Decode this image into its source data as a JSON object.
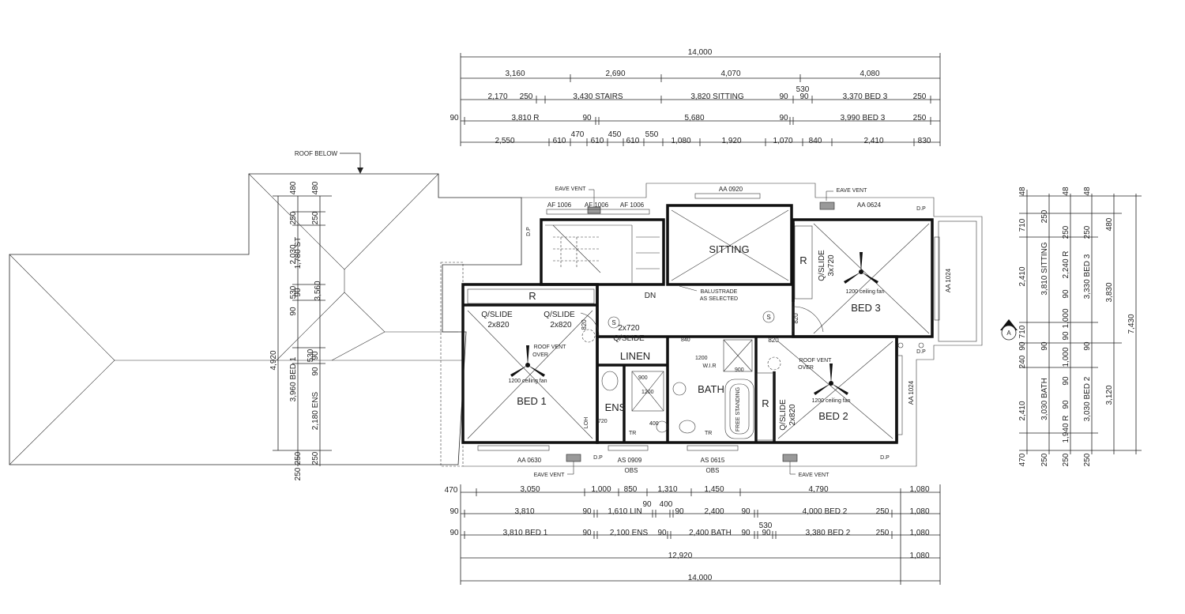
{
  "rooms": {
    "sitting": "SITTING",
    "bed3": "BED 3",
    "bed1": "BED 1",
    "bed2": "BED 2",
    "bath": "BATH",
    "ens": "ENS",
    "linen": "LINEN",
    "dn": "DN",
    "r": "R",
    "wir": "W.I.R"
  },
  "doors": {
    "qslide_bed1_a": "Q/SLIDE",
    "qslide_bed1_a_size": "2x820",
    "qslide_bed1_b": "Q/SLIDE",
    "qslide_bed1_b_size": "2x820",
    "qslide_linen": "Q/SLIDE",
    "qslide_linen_size": "2x720",
    "qslide_bed3": "Q/SLIDE",
    "qslide_bed3_size": "3x720",
    "qslide_bed2": "Q/SLIDE",
    "qslide_bed2_size": "2x820",
    "d820_a": "820",
    "d820_b": "820",
    "d820_c": "820"
  },
  "notes": {
    "roof_below": "ROOF BELOW",
    "eave_vent": "EAVE VENT",
    "roof_vent": "ROOF VENT",
    "over": "OVER",
    "ceiling_fan": "1200 ceiling fan",
    "balustrade": "BALUSTRADE",
    "as_selected": "AS SELECTED",
    "free_standing": "FREE STANDING",
    "obs": "OBS",
    "dp": "D.P",
    "s": "S",
    "tr": "TR",
    "section_a": "A",
    "loh": "LOH"
  },
  "windows": {
    "af1": "AF 1006",
    "af2": "AF 1006",
    "af3": "AF 1006",
    "aa0920": "AA 0920",
    "aa0624": "AA 0624",
    "aa1024_top": "AA 1024",
    "aa1024_bot": "AA 1024",
    "aa0630": "AA 0630",
    "as0909": "AS 0909",
    "as0615": "AS 0615"
  },
  "fixtures": {
    "f900": "900",
    "f1200": "1200",
    "f840": "840",
    "f1200b": "1200",
    "f900b": "900",
    "f720": "720",
    "f400": "400"
  },
  "top_dims": {
    "row1": [
      "14,000"
    ],
    "row2": [
      "3,160",
      "2,690",
      "4,070",
      "4,080"
    ],
    "row3": [
      "2,170",
      "250",
      "3,430 STAIRS",
      "3,820 SITTING",
      "90",
      "530",
      "90",
      "3,370 BED 3",
      "250"
    ],
    "row4": [
      "90",
      "3,810 R",
      "90",
      "5,680",
      "90",
      "3,990 BED 3",
      "250"
    ],
    "row5": [
      "2,550",
      "610",
      "470",
      "610",
      "450",
      "610",
      "550",
      "1,080",
      "1,920",
      "1,070",
      "840",
      "2,410",
      "830"
    ]
  },
  "bottom_dims": {
    "row1": [
      "470",
      "3,050",
      "1,000",
      "850",
      "1,310",
      "1,450",
      "4,790",
      "1,080"
    ],
    "row2": [
      "90",
      "3,810",
      "90",
      "1,610 LIN",
      "90",
      "400",
      "90",
      "2,400",
      "90",
      "4,000 BED 2",
      "250",
      "1,080"
    ],
    "row3": [
      "90",
      "3,810 BED 1",
      "90",
      "2,100 ENS",
      "90",
      "2,400 BATH",
      "90",
      "530",
      "90",
      "3,380 BED 2",
      "250",
      "1,080"
    ],
    "row4": [
      "12,920",
      "1,080"
    ],
    "row5": [
      "14,000"
    ]
  },
  "left_dims": {
    "col1": [
      "4,920",
      "250"
    ],
    "col2": [
      "480",
      "250",
      "2,030",
      "530",
      "90",
      "3,960 BED 1",
      "250"
    ],
    "col3": [
      "480",
      "250",
      "1,780 ST",
      "90",
      "90",
      "530",
      "90",
      "2,180 ENS",
      "250"
    ],
    "col4": [
      "3,560"
    ]
  },
  "right_dims": {
    "col1": [
      "48",
      "710",
      "2,410",
      "710",
      "90",
      "240",
      "2,410",
      "470"
    ],
    "col2": [
      "250",
      "3,810 SITTING",
      "90",
      "1,000",
      "90",
      "3,030 BATH",
      "250"
    ],
    "col3": [
      "48",
      "250",
      "2,240 R",
      "90",
      "1,000",
      "90",
      "1,940 R",
      "90",
      "250"
    ],
    "col4": [
      "48",
      "250",
      "3,330 BED 3",
      "90",
      "3,030 BED 2",
      "250"
    ],
    "col5": [
      "480",
      "3,830",
      "3,120"
    ],
    "col6": [
      "7,430"
    ]
  }
}
